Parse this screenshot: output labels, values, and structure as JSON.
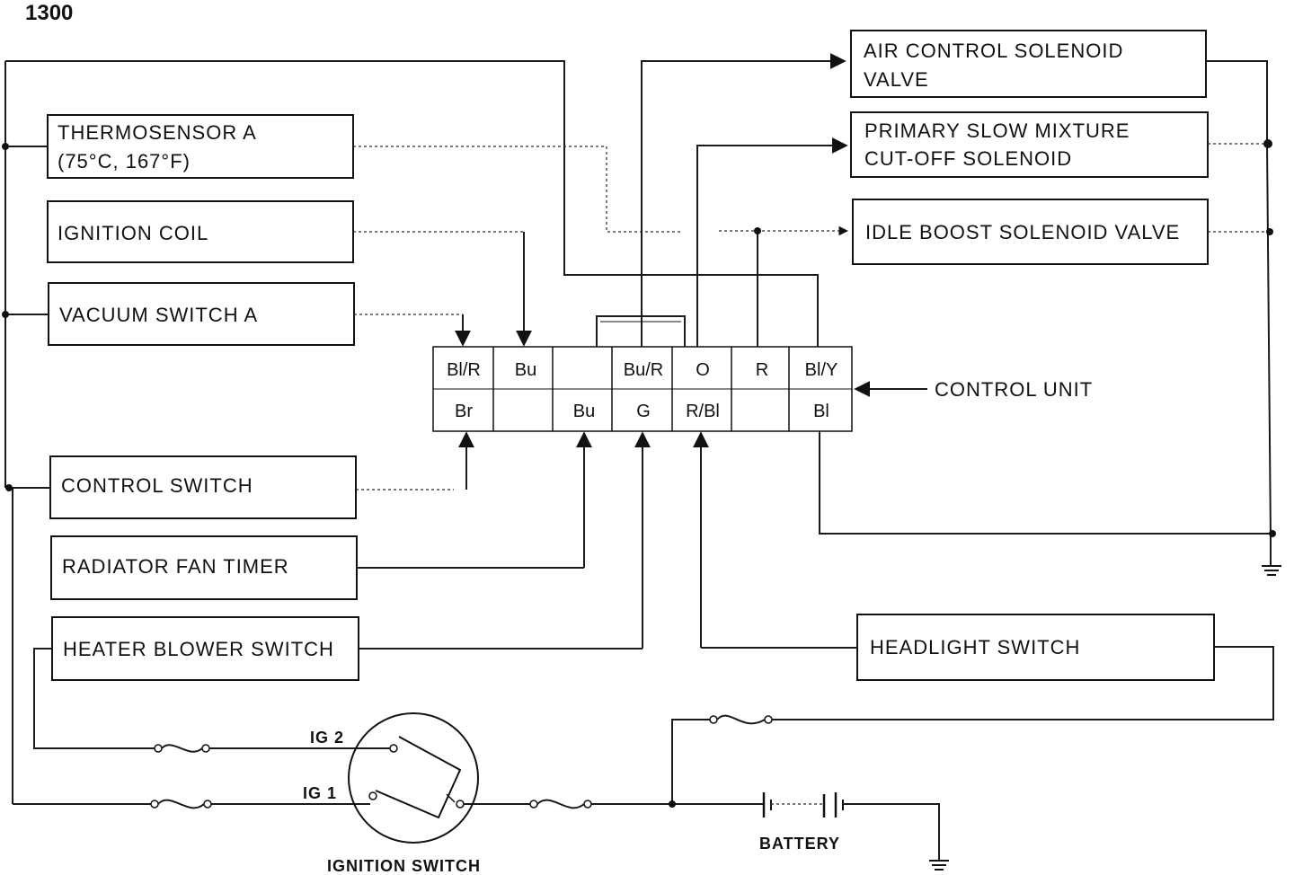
{
  "diagram_title": "1300",
  "left_components": {
    "thermosensor_a": [
      "THERMOSENSOR A",
      "(75°C, 167°F)"
    ],
    "ignition_coil": "IGNITION COIL",
    "vacuum_switch_a": "VACUUM SWITCH A",
    "control_switch": "CONTROL SWITCH",
    "radiator_fan_timer": "RADIATOR FAN TIMER",
    "heater_blower_switch": "HEATER BLOWER SWITCH"
  },
  "right_components": {
    "air_control_solenoid": [
      "AIR CONTROL SOLENOID",
      "VALVE"
    ],
    "primary_slow_mixture": [
      "PRIMARY SLOW MIXTURE",
      "CUT-OFF SOLENOID"
    ],
    "idle_boost_solenoid": "IDLE BOOST SOLENOID VALVE",
    "headlight_switch": "HEADLIGHT SWITCH"
  },
  "control_unit": {
    "label": "CONTROL UNIT",
    "top_row": [
      "Bl/R",
      "Bu",
      "",
      "Bu/R",
      "O",
      "R",
      "Bl/Y"
    ],
    "bottom_row": [
      "Br",
      "",
      "Bu",
      "G",
      "R/Bl",
      "",
      "Bl"
    ]
  },
  "ignition": {
    "switch_label": "IGNITION SWITCH",
    "ig2": "IG 2",
    "ig1": "IG 1"
  },
  "battery_label": "BATTERY"
}
